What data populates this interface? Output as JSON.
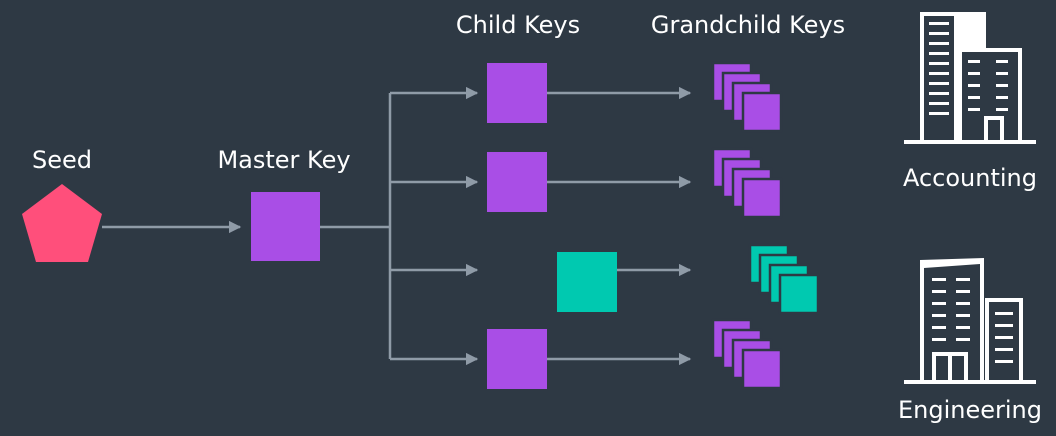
{
  "labels": {
    "seed": "Seed",
    "master": "Master Key",
    "child": "Child Keys",
    "grandchild": "Grandchild Keys",
    "accounting": "Accounting",
    "engineering": "Engineering"
  },
  "colors": {
    "background": "#2e3944",
    "seed": "#ff4f7b",
    "key_purple": "#a94ee6",
    "key_teal": "#00c9b0",
    "line": "#8f9ba7",
    "text": "#ffffff"
  },
  "icons": {
    "seed": "pentagon-icon",
    "key": "square-key-icon",
    "key_stack": "stacked-keys-icon",
    "building": "office-building-icon"
  },
  "branches": [
    {
      "child": "purple",
      "grandchild": "purple"
    },
    {
      "child": "purple",
      "grandchild": "purple"
    },
    {
      "child": "teal",
      "grandchild": "teal"
    },
    {
      "child": "purple",
      "grandchild": "purple"
    }
  ]
}
